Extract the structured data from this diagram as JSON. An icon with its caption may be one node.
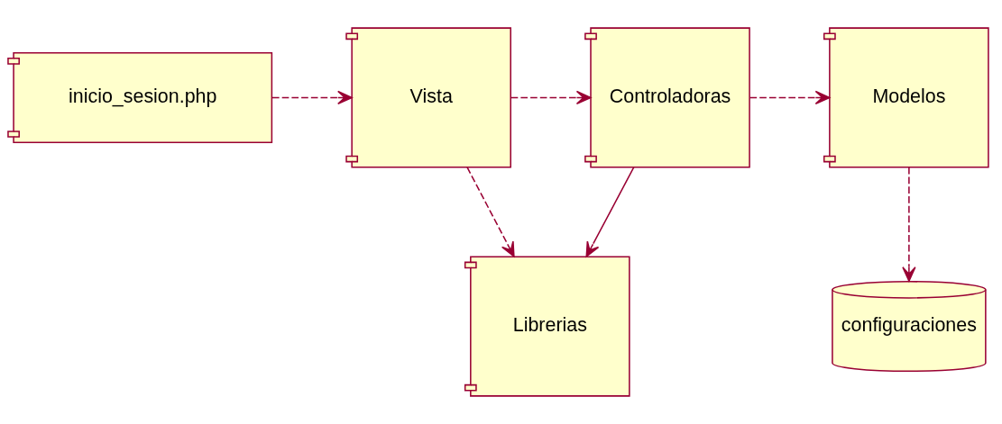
{
  "diagram": {
    "nodes": [
      {
        "text": [
          "inicio_sesion.php"
        ]
      },
      {
        "text": [
          "Vista"
        ]
      },
      {
        "text": [
          "Controladoras"
        ]
      },
      {
        "text": [
          "Modelos"
        ]
      },
      {
        "text": [
          "Librerias"
        ]
      },
      {
        "text": [
          "configuraciones"
        ]
      }
    ],
    "edges": [
      {
        "from": 0,
        "to": 1,
        "arrow": "to",
        "style": "dashed"
      },
      {
        "from": 1,
        "to": 2,
        "arrow": "to",
        "style": "dashed"
      },
      {
        "from": 2,
        "to": 3,
        "arrow": "to",
        "style": "dashed"
      },
      {
        "from": 1,
        "to": 4,
        "arrow": "to",
        "style": "dashed"
      },
      {
        "from": 2,
        "to": 4,
        "arrow": "to"
      },
      {
        "from": 3,
        "to": 5,
        "arrow": "to",
        "style": "dashed"
      }
    ]
  }
}
